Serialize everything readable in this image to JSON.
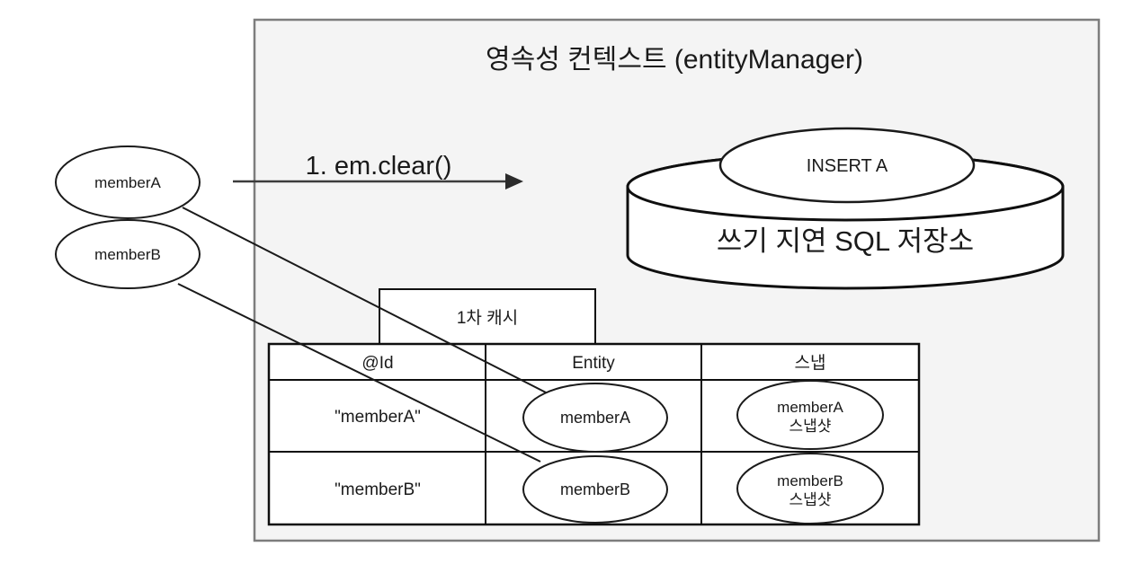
{
  "diagram": {
    "title": "영속성 컨텍스트 (entityManager)",
    "arrow_label": "1. em.clear()",
    "left_entities": [
      {
        "label": "memberA"
      },
      {
        "label": "memberB"
      }
    ],
    "sql_store": {
      "badge": "INSERT A",
      "label": "쓰기 지연 SQL 저장소"
    },
    "cache": {
      "title": "1차 캐시",
      "columns": [
        "@Id",
        "Entity",
        "스냅"
      ],
      "rows": [
        {
          "id": "\"memberA\"",
          "entity": "memberA",
          "snapshot_line1": "memberA",
          "snapshot_line2": "스냅샷"
        },
        {
          "id": "\"memberB\"",
          "entity": "memberB",
          "snapshot_line1": "memberB",
          "snapshot_line2": "스냅샷"
        }
      ]
    },
    "colors": {
      "container_bg": "#f4f4f4",
      "container_border": "#7d7d7d",
      "shape_fill": "#ffffff",
      "shape_stroke": "#0f0f0f",
      "text": "#1a1a1a"
    }
  }
}
